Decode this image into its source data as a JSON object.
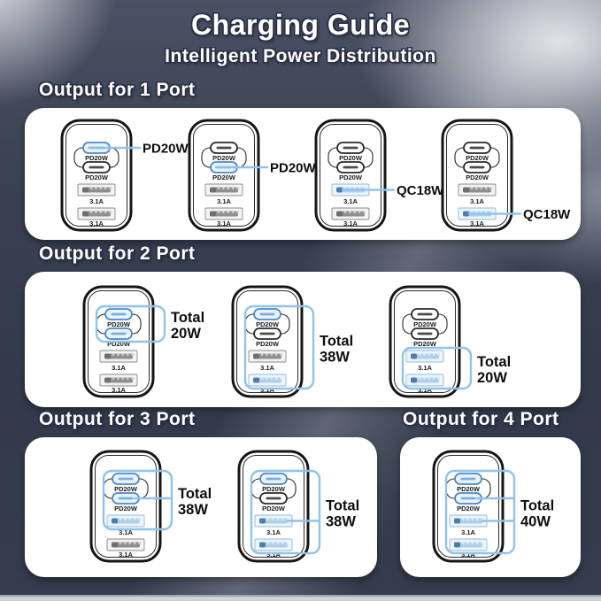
{
  "title": "Charging Guide",
  "subtitle": "Intelligent Power Distribution",
  "colors": {
    "accent_blue": "#8fc3ec",
    "highlight_port_blue": "#5b93cc",
    "panel_white": "#ffffff",
    "background_slate": "#3a4153",
    "text_outline_navy": "#2a3146",
    "label_black": "#0d0d0d"
  },
  "charger_ports": [
    {
      "type": "usb-c",
      "label": "PD20W"
    },
    {
      "type": "usb-c",
      "label": "PD20W"
    },
    {
      "type": "usb-a",
      "label": "3.1A"
    },
    {
      "type": "usb-a",
      "label": "3.1A"
    }
  ],
  "sections": [
    {
      "heading": "Output for 1 Port",
      "chargers": [
        {
          "highlight": [
            0
          ],
          "callout": {
            "type": "line",
            "port": 0,
            "label": "PD20W"
          }
        },
        {
          "highlight": [
            1
          ],
          "callout": {
            "type": "line",
            "port": 1,
            "label": "PD20W"
          }
        },
        {
          "highlight": [
            2
          ],
          "callout": {
            "type": "line",
            "port": 2,
            "label": "QC18W"
          }
        },
        {
          "highlight": [
            3
          ],
          "callout": {
            "type": "line",
            "port": 3,
            "label": "QC18W"
          }
        }
      ]
    },
    {
      "heading": "Output for 2 Port",
      "chargers": [
        {
          "highlight": [
            0,
            1
          ],
          "callout": {
            "type": "bracket",
            "from": 0,
            "to": 1,
            "connectors": [],
            "label_lines": [
              "Total",
              "20W"
            ]
          }
        },
        {
          "highlight": [
            0,
            3
          ],
          "callout": {
            "type": "bracket",
            "from": 0,
            "to": 3,
            "connectors": [],
            "label_lines": [
              "Total",
              "38W"
            ]
          }
        },
        {
          "highlight": [
            2,
            3
          ],
          "callout": {
            "type": "bracket",
            "from": 2,
            "to": 3,
            "connectors": [],
            "label_lines": [
              "Total",
              "20W"
            ]
          }
        }
      ]
    },
    {
      "heading": "Output for 3 Port",
      "chargers": [
        {
          "highlight": [
            0,
            1,
            2
          ],
          "callout": {
            "type": "bracket",
            "from": 0,
            "to": 2,
            "connectors": [
              1
            ],
            "label_lines": [
              "Total",
              "38W"
            ]
          }
        },
        {
          "highlight": [
            0,
            2,
            3
          ],
          "callout": {
            "type": "bracket",
            "from": 0,
            "to": 3,
            "connectors": [
              2
            ],
            "label_lines": [
              "Total",
              "38W"
            ]
          }
        }
      ]
    },
    {
      "heading": "Output for 4 Port",
      "chargers": [
        {
          "highlight": [
            0,
            1,
            2,
            3
          ],
          "callout": {
            "type": "bracket",
            "from": 0,
            "to": 3,
            "connectors": [
              1,
              2
            ],
            "label_lines": [
              "Total",
              "40W"
            ]
          }
        }
      ]
    }
  ]
}
